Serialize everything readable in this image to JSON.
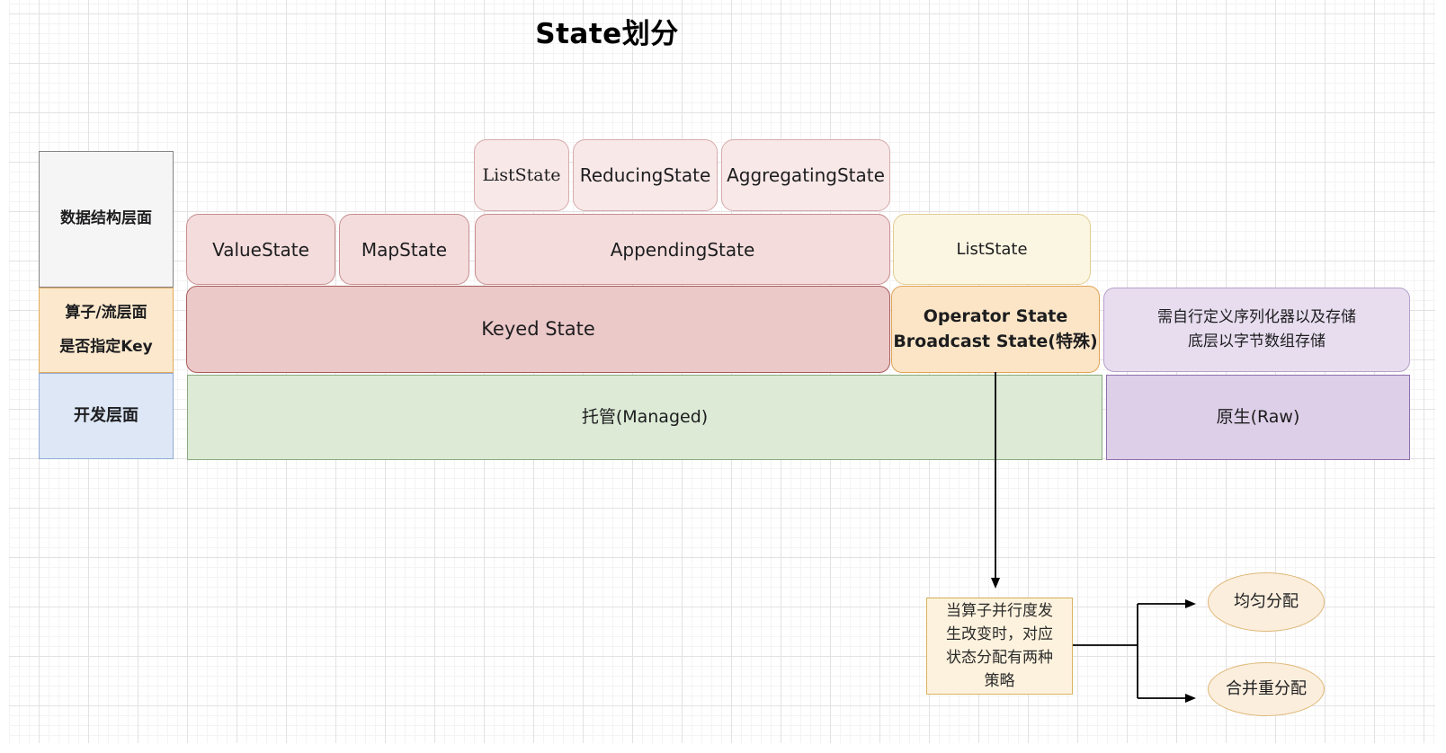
{
  "title": "State划分",
  "colors": {
    "gray_fill": "#f5f5f5",
    "gray_border": "#858585",
    "tan_fill": "#fbe8cd",
    "tan_border": "#dfaa5e",
    "blue_fill": "#dde7f6",
    "blue_border": "#93abd4",
    "pink_light_fill": "#f8e8e8",
    "pink_light_border": "#d6abab",
    "pink_mid_fill": "#f4dcdc",
    "pink_mid_border": "#c78f8f",
    "red_fill": "#ecc9c9",
    "red_border": "#a85c58",
    "yellow_fill": "#fbf6e2",
    "yellow_border": "#e2cd92",
    "orange_fill": "#fbe5c6",
    "orange_border": "#e0a356",
    "purple_light_fill": "#e7ddef",
    "purple_light_border": "#b5a1c9",
    "purple_mid_fill": "#ddcfe7",
    "purple_mid_border": "#8d6fae",
    "green_fill": "#dcead6",
    "green_border": "#8aaa80",
    "note_fill": "#fdf2dd",
    "note_border": "#d9b45e",
    "ellipse_fill": "#fbeedd",
    "ellipse_border": "#dfb878",
    "arrow": "#000000"
  },
  "legend": {
    "data_structure": "数据结构层面",
    "operator_stream": "算子/流层面\n是否指定Key",
    "development": "开发层面"
  },
  "row1": {
    "list_state": "ListState",
    "reducing_state": "ReducingState",
    "aggregating_state": "AggregatingState"
  },
  "row2": {
    "value_state": "ValueState",
    "map_state": "MapState",
    "appending_state": "AppendingState",
    "list_state_operator": "ListState"
  },
  "row3": {
    "keyed_state": "Keyed State",
    "operator_state": "Operator State\nBroadcast State(特殊)",
    "raw_note": "需自行定义序列化器以及存储\n底层以字节数组存储"
  },
  "row4": {
    "managed": "托管(Managed)",
    "raw": "原生(Raw)"
  },
  "flow": {
    "note": "当算子并行度发\n生改变时，对应\n状态分配有两种\n策略",
    "strategy_even": "均匀分配",
    "strategy_merge": "合并重分配"
  }
}
